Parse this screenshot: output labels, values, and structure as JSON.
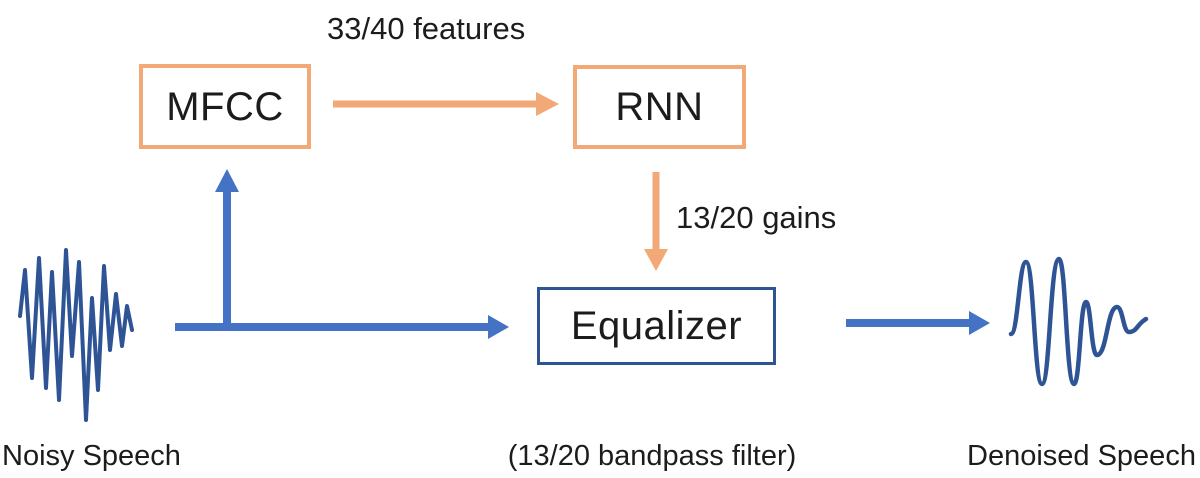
{
  "diagram": {
    "nodes": {
      "mfcc": {
        "label": "MFCC"
      },
      "rnn": {
        "label": "RNN"
      },
      "equalizer": {
        "label": "Equalizer"
      }
    },
    "edges": {
      "mfcc_to_rnn_label": "33/40 features",
      "rnn_to_equalizer_label": "13/20 gains"
    },
    "captions": {
      "input": "Noisy Speech",
      "equalizer_note": "(13/20 bandpass filter)",
      "output": "Denoised Speech"
    },
    "colors": {
      "orange": "#F3A878",
      "blue": "#4472C4",
      "dark_blue": "#2F5496",
      "text": "#1C1C1C",
      "background": "#FFFFFF"
    }
  }
}
